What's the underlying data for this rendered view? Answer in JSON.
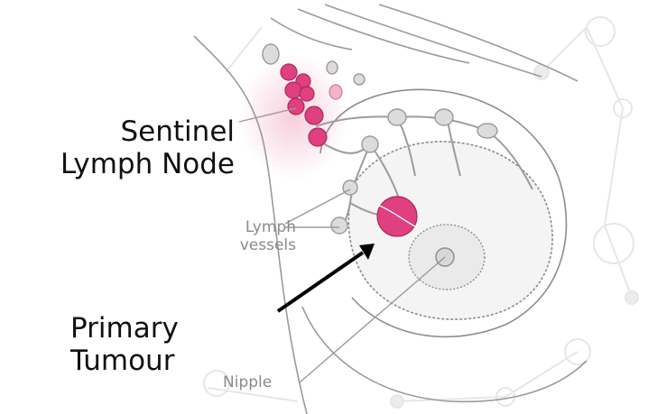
{
  "labels": {
    "sentinel_line1": "Sentinel",
    "sentinel_line2": "Lymph Node",
    "lymph_line1": "Lymph",
    "lymph_line2": "vessels",
    "tumour_line1": "Primary",
    "tumour_line2": "Tumour",
    "nipple": "Nipple"
  },
  "colors": {
    "node_pink": "#e0407f",
    "node_gray": "#d8d8d8",
    "outline": "#8c8c8c",
    "arrow": "#000000",
    "background_network": "#e3e3e3"
  }
}
